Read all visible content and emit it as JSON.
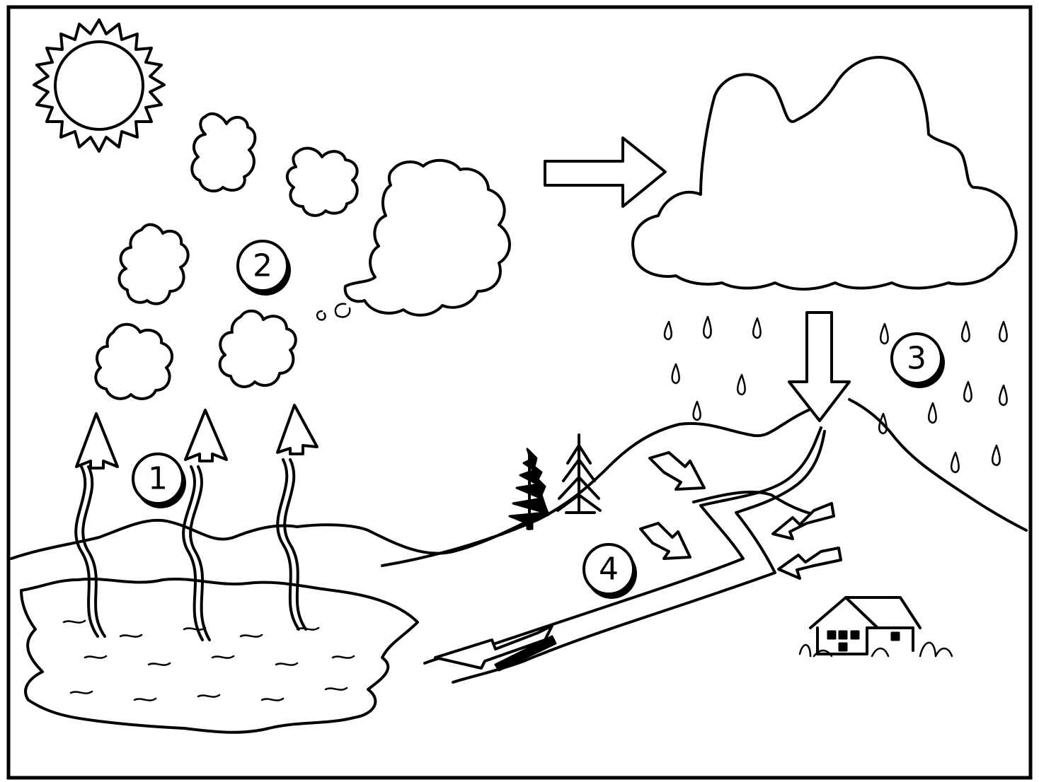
{
  "diagram": {
    "steps": [
      {
        "id": "evaporation",
        "label": "1"
      },
      {
        "id": "condensation",
        "label": "2"
      },
      {
        "id": "precipitation",
        "label": "3"
      },
      {
        "id": "collection",
        "label": "4"
      }
    ],
    "colors": {
      "ink": "#000000",
      "paper": "#ffffff"
    }
  }
}
